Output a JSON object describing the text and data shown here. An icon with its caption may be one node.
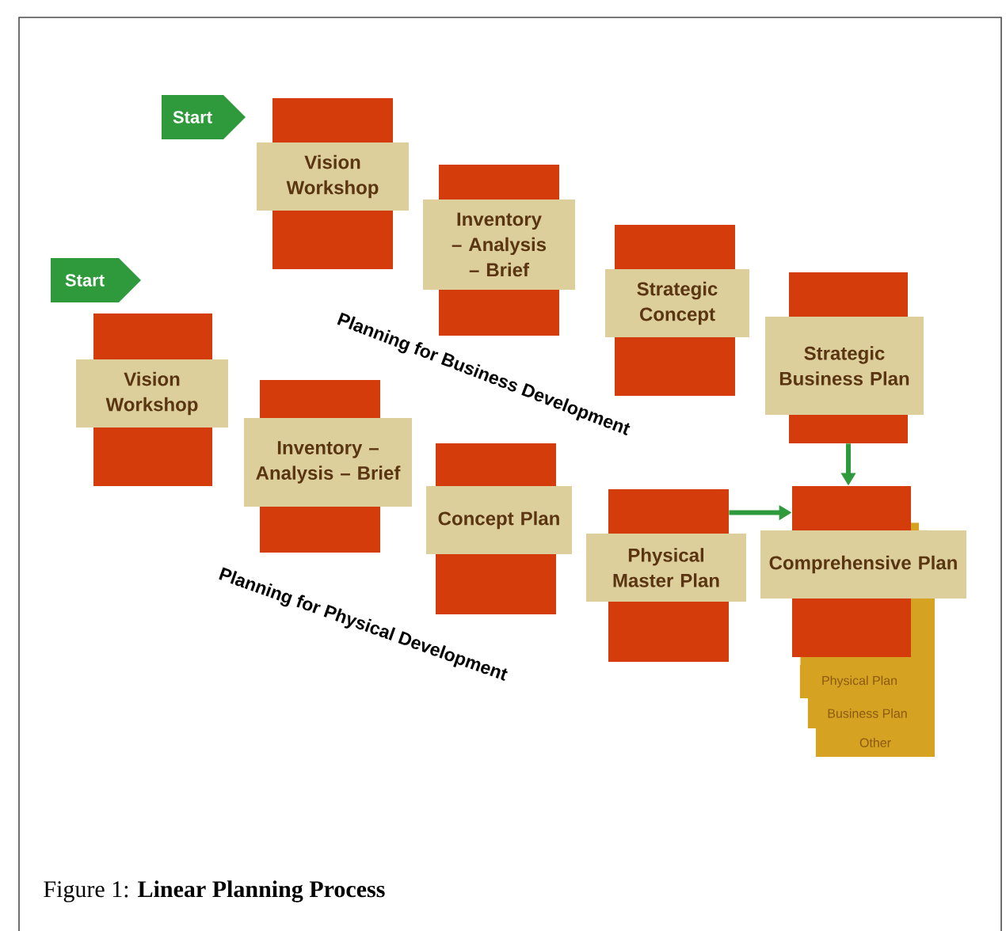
{
  "diagram": {
    "caption": "Figure 1:   **Linear Planning Process**",
    "nodes": [
      {
        "text": [
          "Start"
        ]
      },
      {
        "text": [
          "Vision Workshop"
        ]
      },
      {
        "text": [
          "Inventory – Analysis – Brief"
        ]
      },
      {
        "text": [
          "Strategic Concept"
        ]
      },
      {
        "text": [
          "Strategic Business Plan"
        ]
      },
      {
        "text": [
          "Start"
        ]
      },
      {
        "text": [
          "Vision Workshop"
        ]
      },
      {
        "text": [
          "Inventory – Analysis – Brief"
        ]
      },
      {
        "text": [
          "Concept Plan"
        ]
      },
      {
        "text": [
          "Physical Master Plan"
        ]
      },
      {
        "text": [
          "Comprehensive Plan"
        ]
      },
      {
        "text": [
          "Physical Plan"
        ]
      },
      {
        "text": [
          "Business Plan"
        ]
      },
      {
        "text": [
          "Other"
        ]
      }
    ],
    "edges": [
      {
        "from": 4,
        "to": 10,
        "arrow": "to"
      },
      {
        "from": 9,
        "to": 10,
        "arrow": "to"
      }
    ],
    "labels": [
      "Planning for Business Development",
      "Planning for Physical Development"
    ]
  }
}
